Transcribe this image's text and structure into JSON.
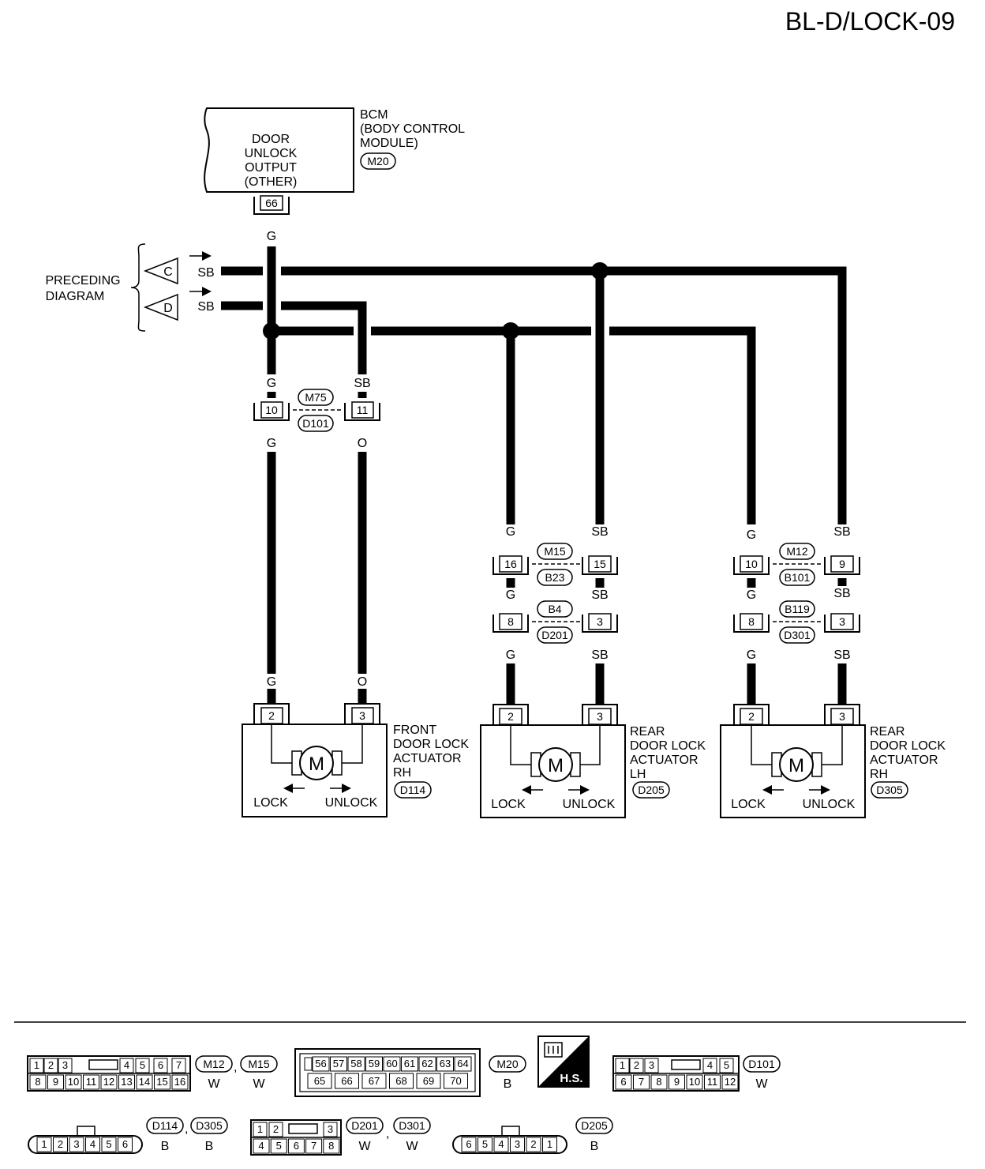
{
  "page_code": "BL-D/LOCK-09",
  "bcm": {
    "lines": [
      "BCM",
      "(BODY CONTROL",
      "MODULE)"
    ],
    "connector": "M20",
    "output_lines": [
      "DOOR",
      "UNLOCK",
      "OUTPUT",
      "(OTHER)"
    ],
    "pin": "66",
    "wire": "G"
  },
  "preceding": {
    "lines": [
      "PRECEDING",
      "DIAGRAM"
    ],
    "c_label": "C",
    "d_label": "D",
    "c_wire": "SB",
    "d_wire": "SB"
  },
  "front_splice": {
    "top_conn": "M75",
    "bottom_conn": "D101",
    "left_pin": "10",
    "right_pin": "11",
    "left_wire_top": "G",
    "right_wire_top": "SB",
    "left_wire_bottom": "G",
    "right_wire_bottom": "O"
  },
  "rear_lh_splices": {
    "s1": {
      "top_conn": "M15",
      "bottom_conn": "B23",
      "left_pin": "16",
      "right_pin": "15"
    },
    "s2": {
      "top_conn": "B4",
      "bottom_conn": "D201",
      "left_pin": "8",
      "right_pin": "3"
    },
    "wires_top": [
      "G",
      "SB"
    ],
    "wires_mid": [
      "G",
      "SB"
    ],
    "wires_bottom": [
      "G",
      "SB"
    ]
  },
  "rear_rh_splices": {
    "s1": {
      "top_conn": "M12",
      "bottom_conn": "B101",
      "left_pin": "10",
      "right_pin": "9"
    },
    "s2": {
      "top_conn": "B119",
      "bottom_conn": "D301",
      "left_pin": "8",
      "right_pin": "3"
    },
    "wires_top": [
      "G",
      "SB"
    ],
    "wires_mid": [
      "G",
      "SB"
    ],
    "wires_bottom": [
      "G",
      "SB"
    ]
  },
  "actuators": {
    "front_rh": {
      "lines": [
        "FRONT",
        "DOOR LOCK",
        "ACTUATOR",
        "RH"
      ],
      "connector": "D114",
      "pin_l": "2",
      "pin_r": "3",
      "wire_l": "G",
      "wire_r": "O"
    },
    "rear_lh": {
      "lines": [
        "REAR",
        "DOOR LOCK",
        "ACTUATOR",
        "LH"
      ],
      "connector": "D205",
      "pin_l": "2",
      "pin_r": "3"
    },
    "rear_rh": {
      "lines": [
        "REAR",
        "DOOR LOCK",
        "ACTUATOR",
        "RH"
      ],
      "connector": "D305",
      "pin_l": "2",
      "pin_r": "3"
    },
    "motor": "M",
    "lock": "LOCK",
    "unlock": "UNLOCK"
  },
  "connector_views": {
    "c16": {
      "row1": [
        "1",
        "2",
        "3",
        "4",
        "5",
        "6",
        "7"
      ],
      "row2": [
        "8",
        "9",
        "10",
        "11",
        "12",
        "13",
        "14",
        "15",
        "16"
      ],
      "ids": [
        "M12",
        "M15"
      ],
      "colors": [
        "W",
        "W"
      ]
    },
    "m20": {
      "row1": [
        "56",
        "57",
        "58",
        "59",
        "60",
        "61",
        "62",
        "63",
        "64"
      ],
      "row2": [
        "65",
        "66",
        "67",
        "68",
        "69",
        "70"
      ],
      "ids": [
        "M20"
      ],
      "colors": [
        "B"
      ]
    },
    "hs": "H.S.",
    "d101": {
      "row1": [
        "1",
        "2",
        "3",
        "4",
        "5"
      ],
      "row2": [
        "6",
        "7",
        "8",
        "9",
        "10",
        "11",
        "12"
      ],
      "ids": [
        "D101"
      ],
      "colors": [
        "W"
      ]
    },
    "c6a": {
      "pins": [
        "1",
        "2",
        "3",
        "4",
        "5",
        "6"
      ],
      "ids": [
        "D114",
        "D305"
      ],
      "colors": [
        "B",
        "B"
      ]
    },
    "c8": {
      "row1": [
        "1",
        "2",
        "3"
      ],
      "row2": [
        "4",
        "5",
        "6",
        "7",
        "8"
      ],
      "ids": [
        "D201",
        "D301"
      ],
      "colors": [
        "W",
        "W"
      ]
    },
    "c6b": {
      "pins": [
        "6",
        "5",
        "4",
        "3",
        "2",
        "1"
      ],
      "ids": [
        "D205"
      ],
      "colors": [
        "B"
      ]
    },
    "comma": ","
  }
}
